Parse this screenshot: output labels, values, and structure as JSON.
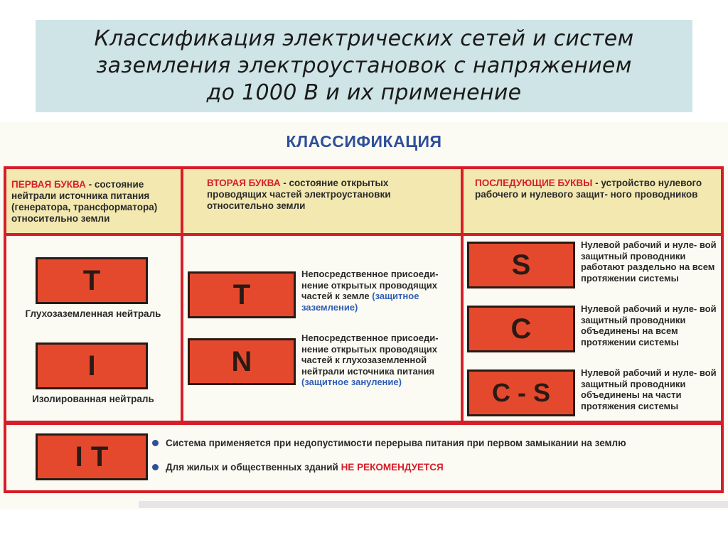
{
  "slide": {
    "title_lines": [
      "Классификация электрических сетей и систем",
      "заземления электроустановок с напряжением",
      "до 1000 В и их применение"
    ]
  },
  "poster": {
    "heading": "КЛАССИФИКАЦИЯ",
    "columns": [
      {
        "label": "ПЕРВАЯ БУКВА",
        "text": " - состояние нейтрали источника питания (генератора, трансформатора) относительно земли"
      },
      {
        "label": "ВТОРАЯ БУКВА",
        "text": " - состояние открытых проводящих частей электроустановки относительно земли"
      },
      {
        "label": "ПОСЛЕДУЮЩИЕ БУКВЫ",
        "text": " - устройство нулевого рабочего и нулевого защит- ного проводников"
      }
    ],
    "first_letters": [
      {
        "letter": "T",
        "caption": "Глухозаземленная нейтраль"
      },
      {
        "letter": "I",
        "caption": "Изолированная нейтраль"
      }
    ],
    "second_letters": [
      {
        "letter": "T",
        "desc": "Непосредственное присоеди- нение открытых проводящих частей к земле",
        "note": "(защитное заземление)"
      },
      {
        "letter": "N",
        "desc": "Непосредственное присоеди- нение открытых проводящих частей к глухозаземленной нейтрали источника питания",
        "note": "(защитное зануление)"
      }
    ],
    "next_letters": [
      {
        "letter": "S",
        "desc": "Нулевой рабочий и нуле- вой защитный проводники работают раздельно на всем протяжении системы"
      },
      {
        "letter": "C",
        "desc": "Нулевой рабочий и нуле- вой защитный проводники объединены на всем протяжении системы"
      },
      {
        "letter": "C - S",
        "desc": "Нулевой рабочий и нуле- вой защитный проводники объединены на части протяжения системы"
      }
    ],
    "it_system": {
      "letter": "I T",
      "bullet1": "Система применяется при недопустимости перерыва питания при первом замыкании на землю",
      "bullet2": "Для жилых и общественных зданий ",
      "bullet2_highlight": "НЕ РЕКОМЕНДУЕТСЯ"
    }
  }
}
